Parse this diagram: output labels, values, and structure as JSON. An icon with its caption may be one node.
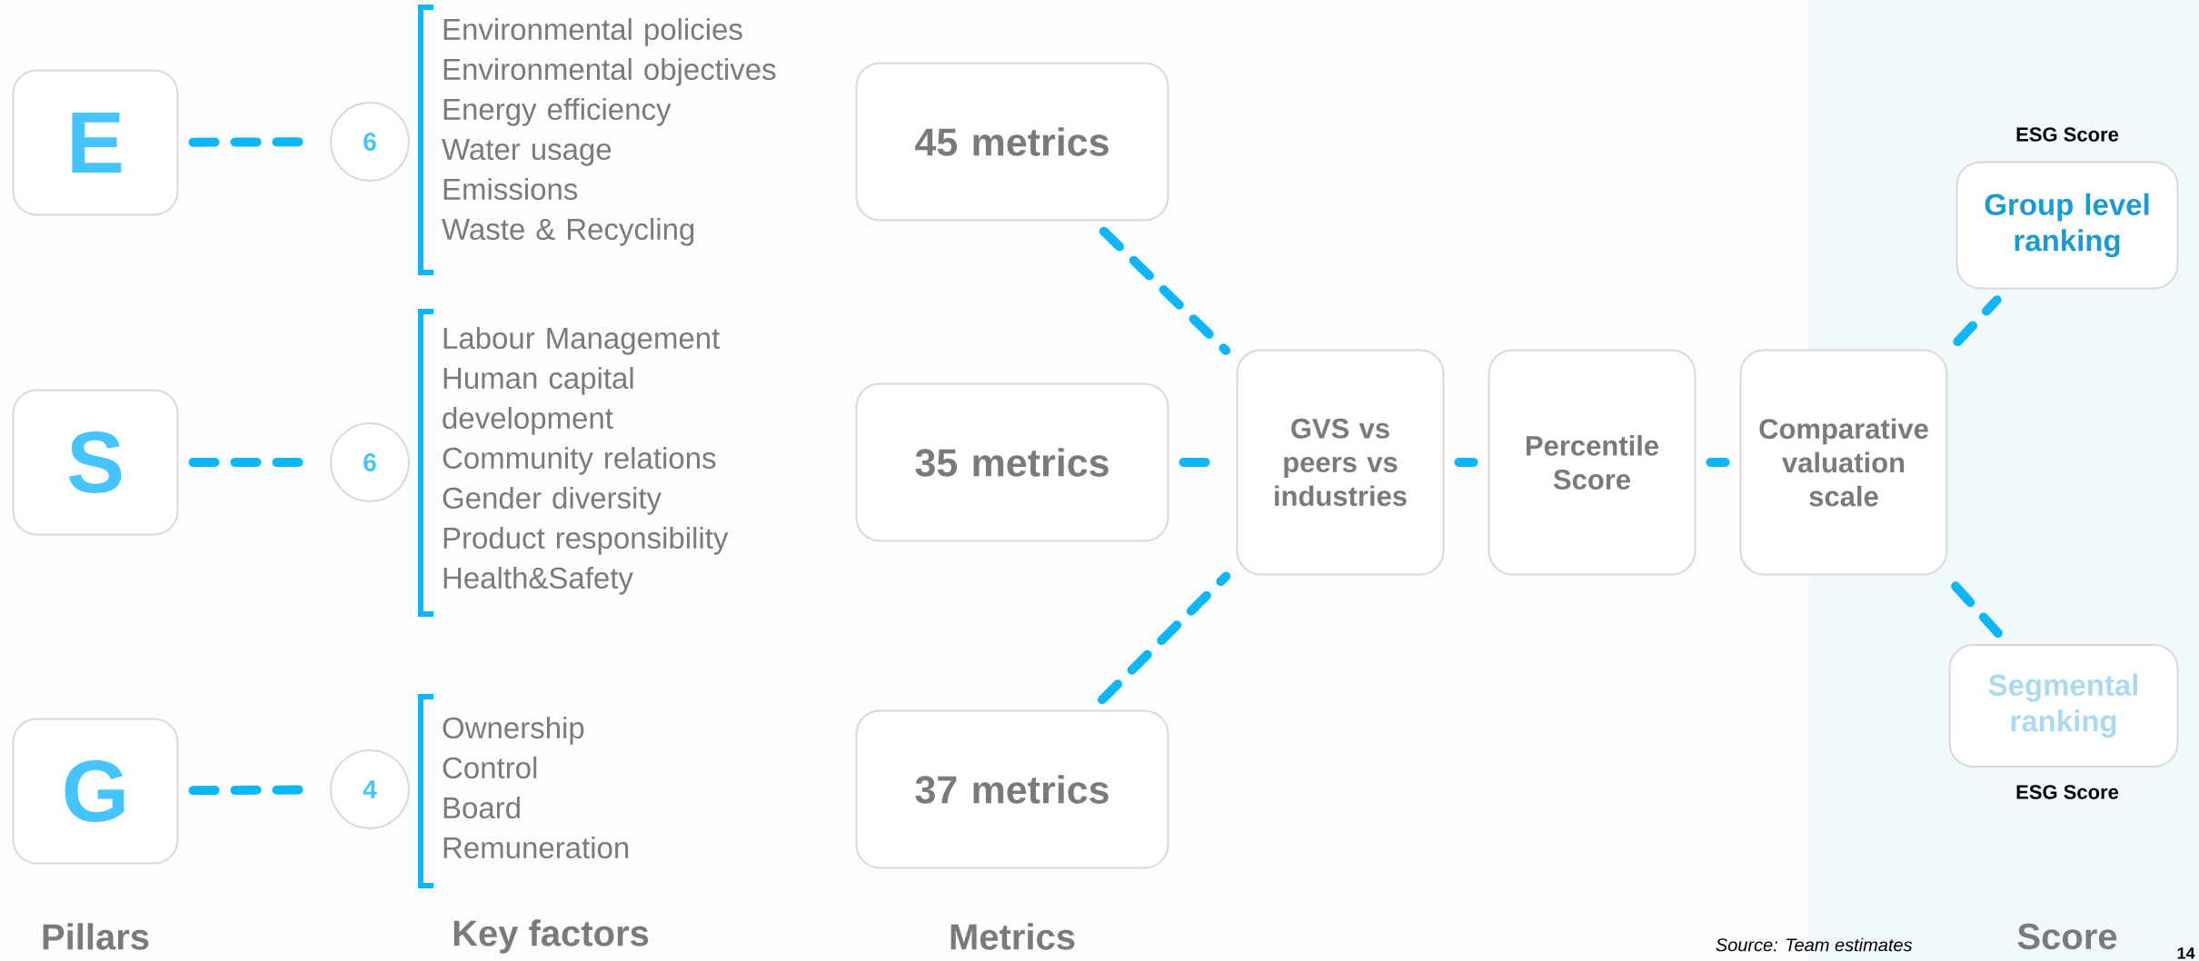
{
  "diagram": {
    "nodes": [
      {
        "text": [
          "E"
        ]
      },
      {
        "text": [
          "6"
        ]
      },
      {
        "text": [
          "S"
        ]
      },
      {
        "text": [
          "6"
        ]
      },
      {
        "text": [
          "G"
        ]
      },
      {
        "text": [
          "4"
        ]
      },
      {
        "text": [
          "45 metrics"
        ]
      },
      {
        "text": [
          "35 metrics"
        ]
      },
      {
        "text": [
          "37 metrics"
        ]
      },
      {
        "text": [
          "GVS vs peers vs industries"
        ]
      },
      {
        "text": [
          "Percentile Score"
        ]
      },
      {
        "text": [
          "Comparative valuation scale"
        ]
      },
      {
        "text": [
          "Group level ranking"
        ],
        "beside": [
          "ESG Score"
        ]
      },
      {
        "text": [
          "Segmental ranking"
        ],
        "beside": [
          "ESG Score"
        ]
      }
    ],
    "edges": [
      {
        "from": 0,
        "to": 1,
        "arrow": "none"
      },
      {
        "from": 2,
        "to": 3,
        "arrow": "none"
      },
      {
        "from": 4,
        "to": 5,
        "arrow": "none"
      },
      {
        "from": 6,
        "to": 9,
        "arrow": "none"
      },
      {
        "from": 7,
        "to": 9,
        "arrow": "none"
      },
      {
        "from": 8,
        "to": 9,
        "arrow": "none"
      },
      {
        "from": 9,
        "to": 10,
        "arrow": "none"
      },
      {
        "from": 10,
        "to": 11,
        "arrow": "none"
      },
      {
        "from": 11,
        "to": 12,
        "arrow": "none"
      },
      {
        "from": 11,
        "to": 13,
        "arrow": "none"
      }
    ],
    "labels": [
      "Environmental policies",
      "Environmental objectives",
      "Energy efficiency",
      "Water usage",
      "Emissions",
      "Waste & Recycling",
      "Labour Management",
      "Human capital development",
      "Community relations",
      "Gender diversity",
      "Product responsibility",
      "Health&Safety",
      "Ownership",
      "Control",
      "Board",
      "Remuneration",
      "Pillars",
      "Key factors",
      "Metrics",
      "Source: Team estimates",
      "Score",
      "14"
    ]
  }
}
